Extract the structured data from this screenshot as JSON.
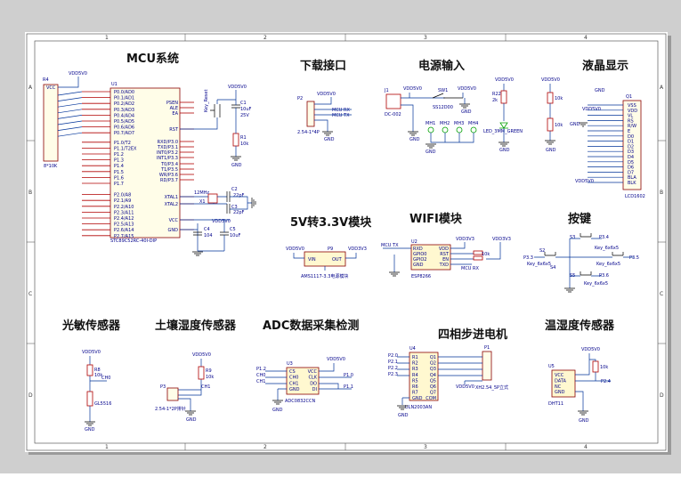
{
  "grid": {
    "cols": [
      "1",
      "2",
      "3",
      "4"
    ],
    "rows": [
      "A",
      "B",
      "C",
      "D"
    ]
  },
  "sections": {
    "mcu": "MCU系统",
    "download": "下载接口",
    "power": "电源输入",
    "lcd": "液晶显示",
    "regulator": "5V转3.3V模块",
    "wifi": "WIFI模块",
    "keys": "按键",
    "light": "光敏传感器",
    "soil": "土壤湿度传感器",
    "adc": "ADC数据采集检测",
    "stepper": "四相步进电机",
    "temp": "温湿度传感器"
  },
  "labels": {
    "vdd5v0": "VDD5V0",
    "vdd3v3": "VDD3V3",
    "gnd": "GND",
    "u1": "U1",
    "u1_part": "STC89C52RC-40I-DIP",
    "u1_left_pins": [
      "P0.0/AD0",
      "P0.1/AD1",
      "P0.2/AD2",
      "P0.3/AD3",
      "P0.4/AD4",
      "P0.5/AD5",
      "P0.6/AD6",
      "P0.7/AD7",
      "P1.0/T2",
      "P1.1/T2EX",
      "P1.2",
      "P1.3",
      "P1.4",
      "P1.5",
      "P1.6",
      "P1.7",
      "P2.0/A8",
      "P2.1/A9",
      "P2.2/A10",
      "P2.3/A11",
      "P2.4/A12",
      "P2.5/A13",
      "P2.6/A14",
      "P2.7/A15"
    ],
    "u1_right_pins": [
      "PSEN",
      "ALE",
      "EA",
      "RST",
      "RXD/P3.0",
      "TXD/P3.1",
      "INT0/P3.2",
      "INT1/P3.3",
      "T0/P3.4",
      "T1/P3.5",
      "WR/P3.6",
      "RD/P3.7",
      "XTAL1",
      "XTAL2",
      "VCC",
      "GND"
    ],
    "r4": "R4",
    "r4_part": "8*10K",
    "vcc": "VCC",
    "key_reset": "Key_Reset",
    "c1": "C1",
    "c1_val": "10uF",
    "c1_v": "25V",
    "r1": "R1",
    "r1_val": "10k",
    "crystal": "12MHz",
    "x1": "X1",
    "c2": "C2",
    "c3": "C3",
    "c22p": "22pF",
    "c4": "C4",
    "c5": "C5",
    "c104": "104",
    "c10u": "10uF",
    "p2": "P2",
    "p2_part": "2.54-1*4P",
    "rx": "MCU RX",
    "tx": "MCU TX",
    "j1": "J1",
    "dc": "DC-002",
    "sw1": "SW1",
    "ss": "SS12D00",
    "r22": "R22",
    "r22_val": "2k",
    "led": "LED_3MM_GREEN",
    "holes": [
      "MH1",
      "MH2",
      "MH3",
      "MH4"
    ],
    "q1": "Q1",
    "lcd_part": "LCD1602",
    "lcd_pins": [
      "VSS",
      "VDD",
      "VL",
      "RS",
      "R/W",
      "E",
      "D0",
      "D1",
      "D2",
      "D3",
      "D4",
      "D5",
      "D6",
      "D7",
      "BLA",
      "BLK"
    ],
    "p9": "P9",
    "vin": "VIN",
    "out": "OUT",
    "ams": "AMS1117-3.3电源模块",
    "u2": "U2",
    "u2_part": "ESP8266",
    "u2_left": [
      "RXD",
      "GPIO0",
      "GPIO2",
      "GND"
    ],
    "u2_right": [
      "VDD",
      "RST",
      "EN",
      "TXD"
    ],
    "mcutx": "MCU TX",
    "mcurx": "MCU RX",
    "s2": "S2",
    "s3": "S3",
    "s4": "S4",
    "s5": "S5",
    "key_part": "Key_6x6x5",
    "p33": "P3.3",
    "p34": "P3.4",
    "p35": "P3.5",
    "p36": "P3.6",
    "r8": "R8",
    "r9": "R9",
    "r10k": "10k",
    "ch0": "CH0",
    "ch1": "CH1",
    "pr": "GL5516",
    "p3": "P3",
    "p3_part": "2.54-1*2P排针",
    "u3": "U3",
    "u3_part": "ADC0832CCN",
    "u3_left": [
      "CS",
      "CH0",
      "CH1",
      "GND"
    ],
    "u3_right": [
      "VCC",
      "CLK",
      "DO",
      "DI"
    ],
    "u4": "U4",
    "u4_part": "ULN2003AN",
    "u4_left": [
      "R1",
      "R2",
      "R3",
      "R4",
      "R5",
      "R6",
      "R7",
      "GND"
    ],
    "u4_right": [
      "Q1",
      "Q2",
      "Q3",
      "Q4",
      "Q5",
      "Q6",
      "Q7",
      "COM"
    ],
    "p1": "P1",
    "p1_part": "XH2.54_5P立式",
    "u5": "U5",
    "u5_part": "DHT11",
    "u5_pins": [
      "VCC",
      "DATA",
      "NC",
      "GND"
    ],
    "p24": "P2.4",
    "p12": "P1.2",
    "p10": "P1.0",
    "p11": "P1.1",
    "p20": "P2.0",
    "p21": "P2.1",
    "p22": "P2.2",
    "p23": "P2.3"
  }
}
